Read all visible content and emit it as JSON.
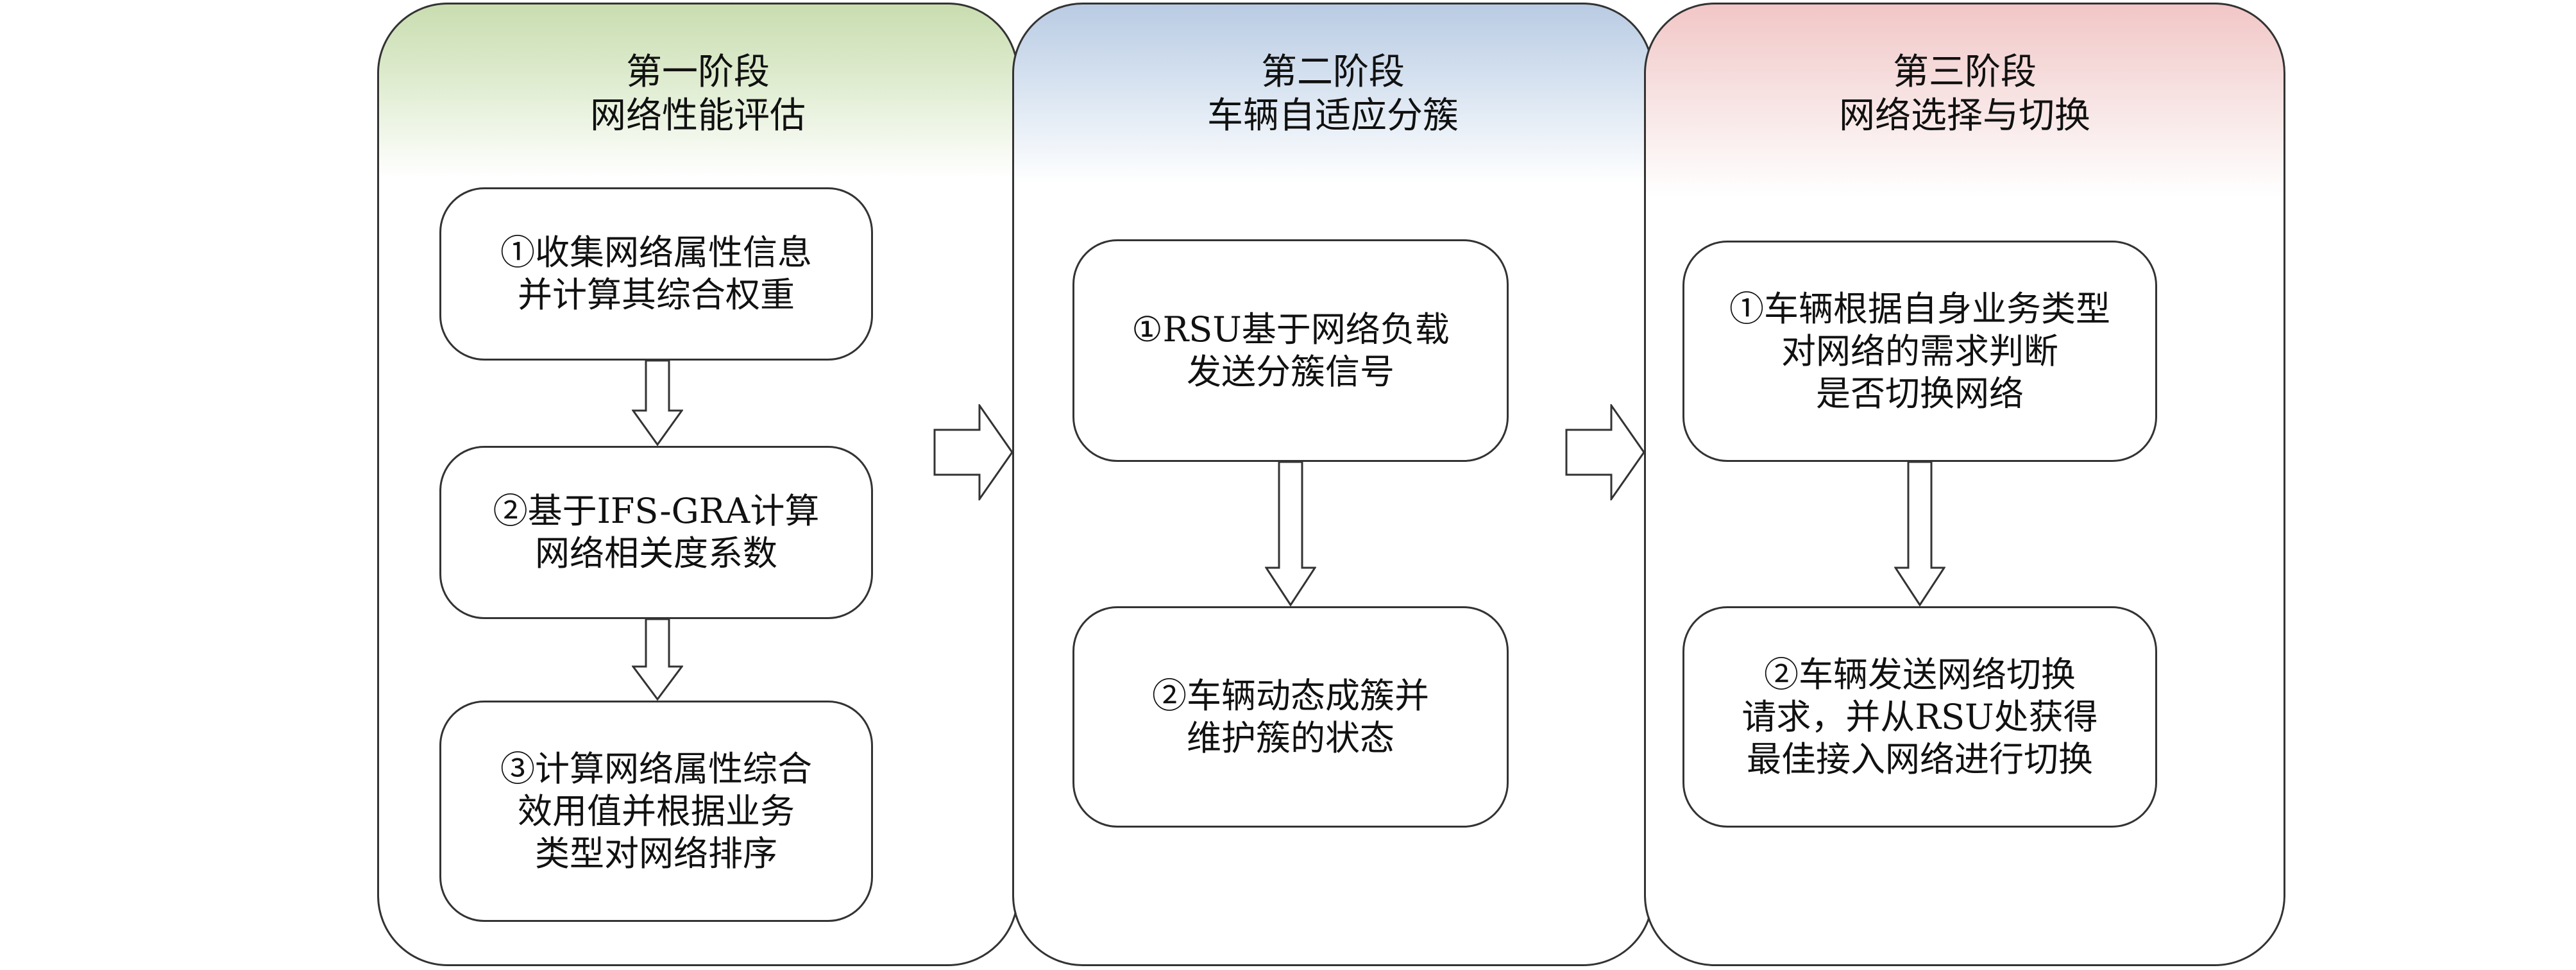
{
  "stages": [
    {
      "title_line1": "第一阶段",
      "title_line2": "网络性能评估",
      "steps": [
        "①收集网络属性信息\n并计算其综合权重",
        "②基于IFS-GRA计算\n网络相关度系数",
        "③计算网络属性综合\n效用值并根据业务\n类型对网络排序"
      ]
    },
    {
      "title_line1": "第二阶段",
      "title_line2": "车辆自适应分簇",
      "steps": [
        "①RSU基于网络负载\n发送分簇信号",
        "②车辆动态成簇并\n维护簇的状态"
      ]
    },
    {
      "title_line1": "第三阶段",
      "title_line2": "网络选择与切换",
      "steps": [
        "①车辆根据自身业务类型\n对网络的需求判断\n是否切换网络",
        "②车辆发送网络切换\n请求，并从RSU处获得\n最佳接入网络进行切换"
      ]
    }
  ]
}
